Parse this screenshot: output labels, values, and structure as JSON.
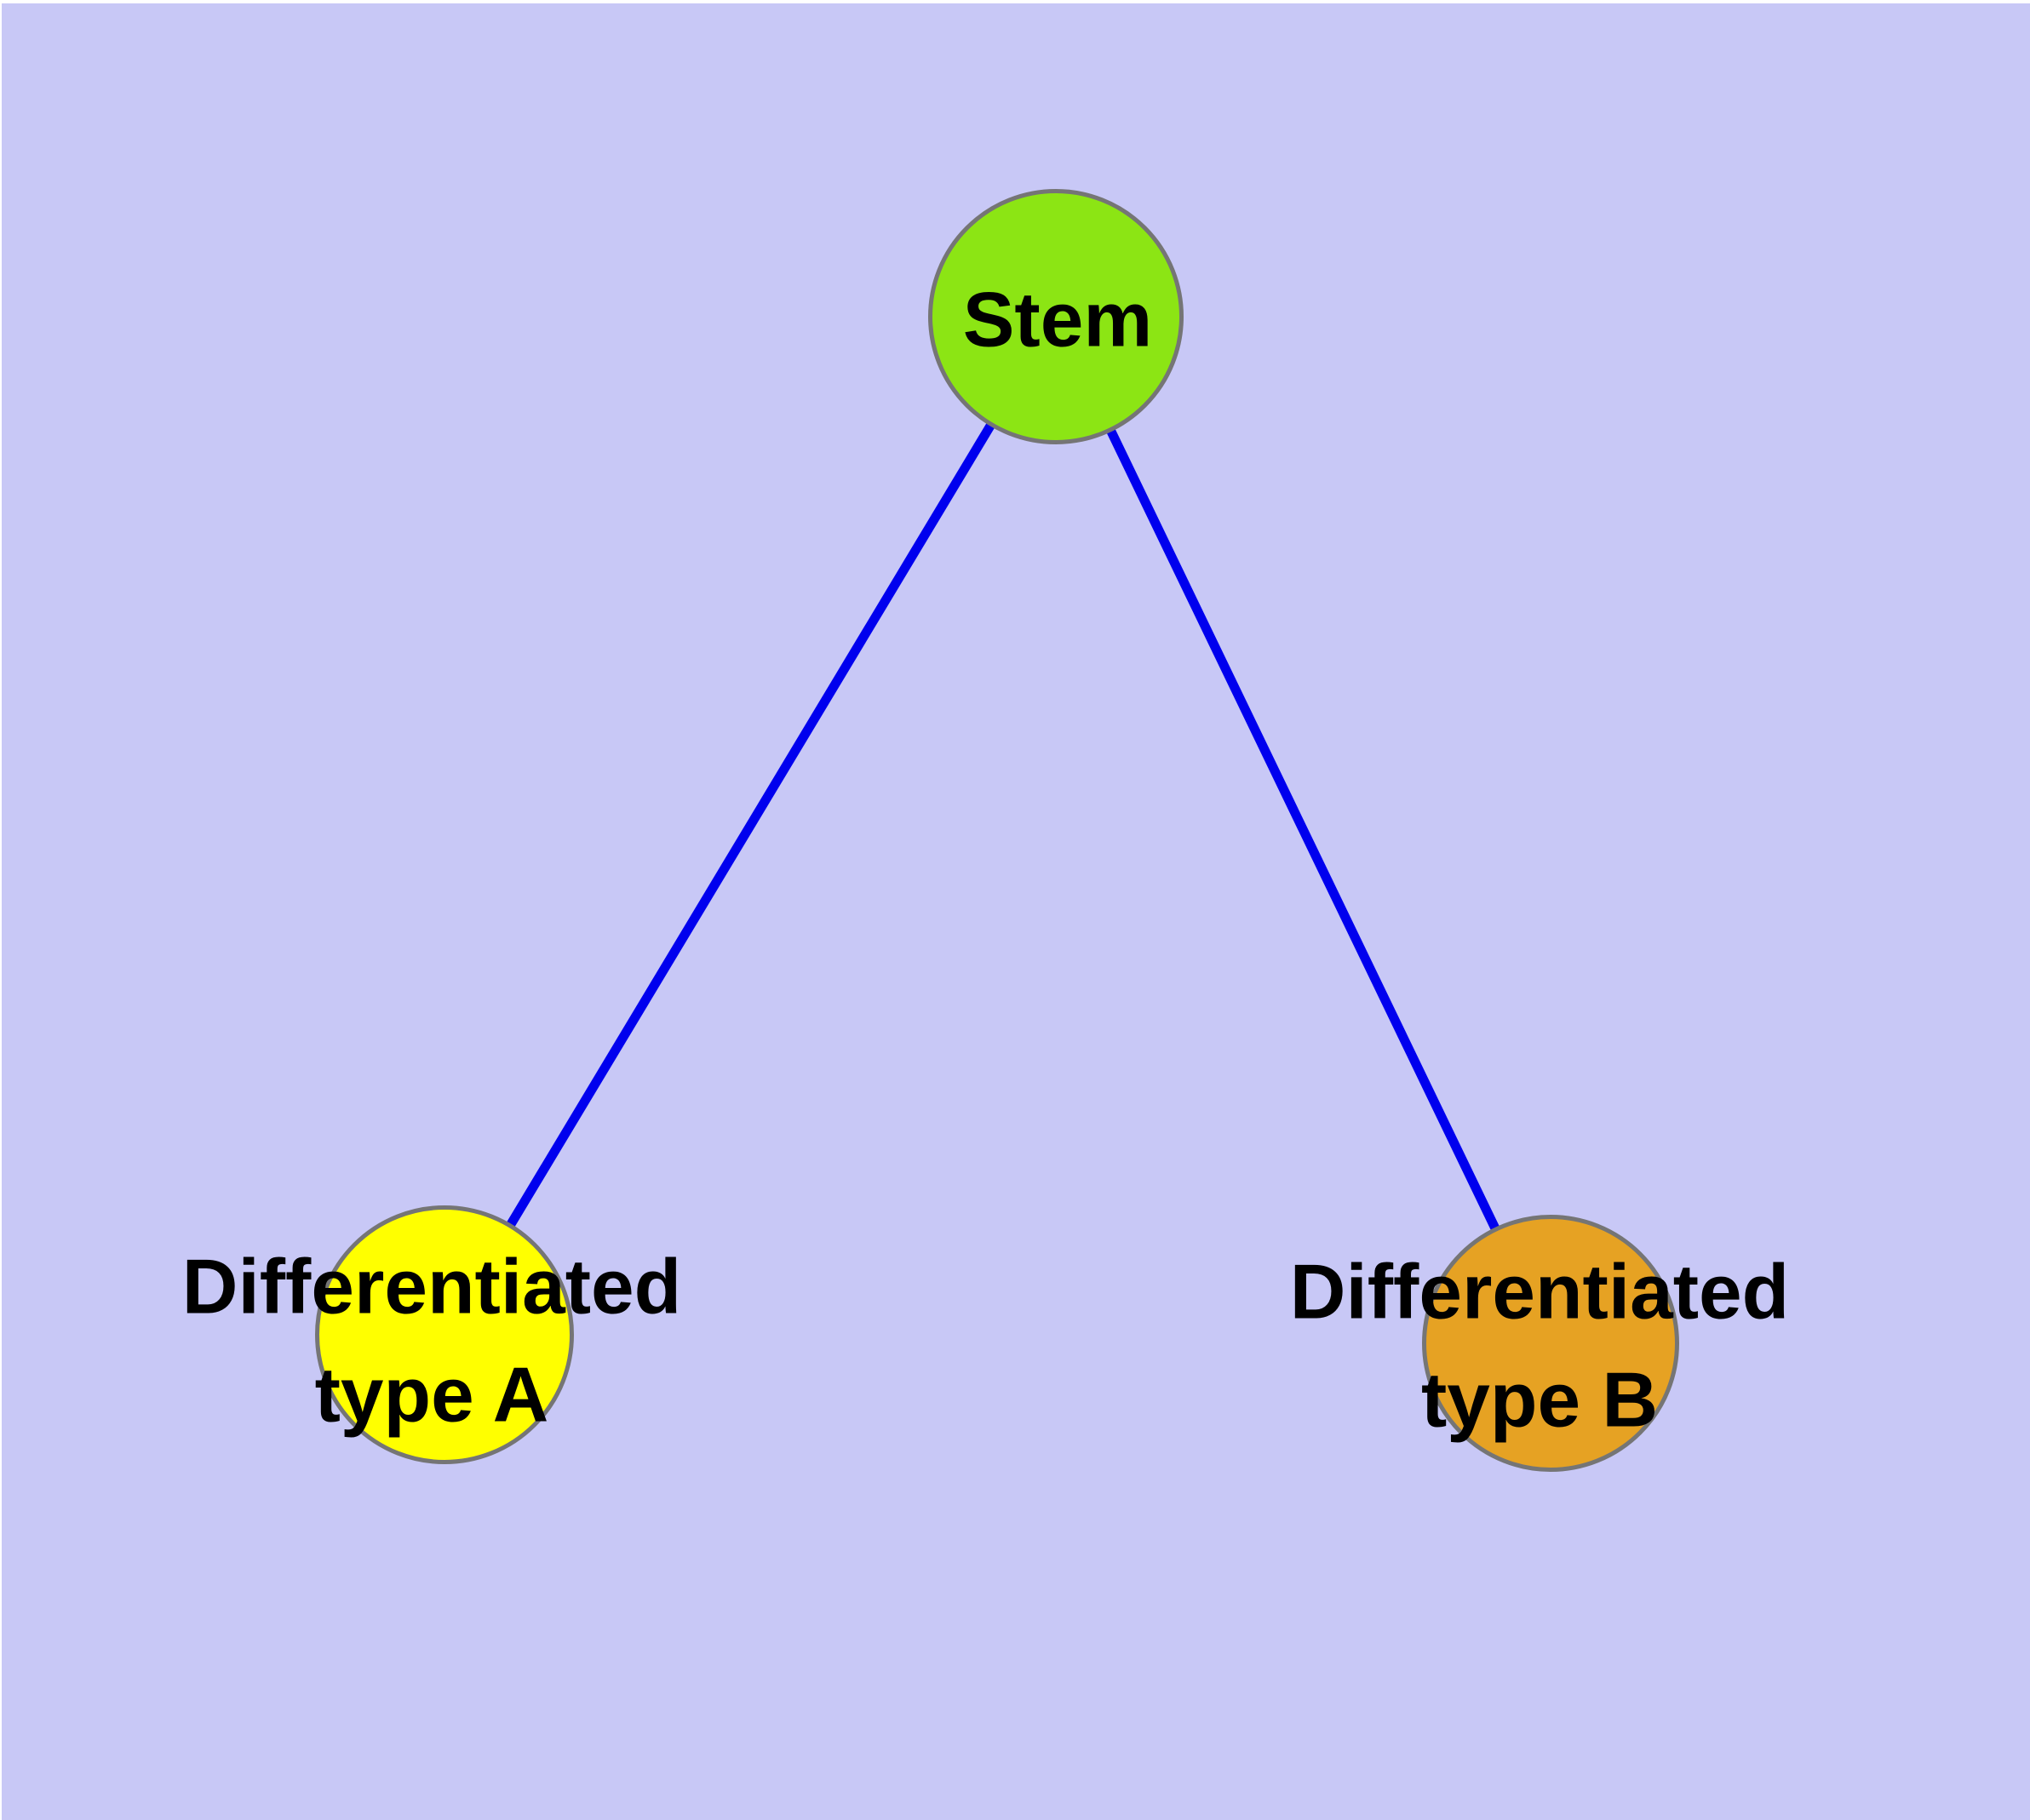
{
  "graph": {
    "background_color": "#C8C8F6",
    "frame_color": "#FFFFFF",
    "edge_color": "#0000EE",
    "node_border_color": "#757575",
    "label_color": "#000000",
    "nodes": [
      {
        "id": "stem",
        "label": "Stem",
        "fill": "#8CE514"
      },
      {
        "id": "differentiated-type-a",
        "label_line1": "Differentiated",
        "label_line2": "type A",
        "fill": "#FFFF00"
      },
      {
        "id": "differentiated-type-b",
        "label_line1": "Differentiated",
        "label_line2": "type B",
        "fill": "#E6A223"
      }
    ],
    "edges": [
      {
        "from": "stem",
        "to": "differentiated-type-a"
      },
      {
        "from": "stem",
        "to": "differentiated-type-b"
      }
    ]
  }
}
